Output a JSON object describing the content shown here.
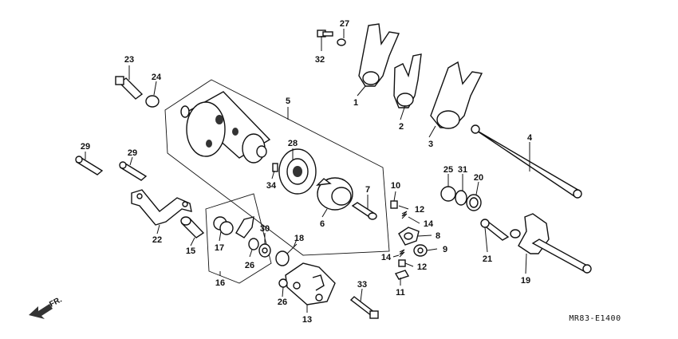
{
  "diagram_code": "MR83-E1400",
  "direction_label": "FR.",
  "callouts": [
    "1",
    "2",
    "3",
    "4",
    "5",
    "6",
    "7",
    "8",
    "9",
    "10",
    "11",
    "12",
    "12",
    "13",
    "14",
    "14",
    "15",
    "16",
    "17",
    "18",
    "19",
    "20",
    "21",
    "22",
    "23",
    "24",
    "25",
    "26",
    "26",
    "27",
    "28",
    "29",
    "29",
    "30",
    "31",
    "32",
    "33",
    "34"
  ],
  "icons": [
    "front-direction-arrow-icon"
  ]
}
